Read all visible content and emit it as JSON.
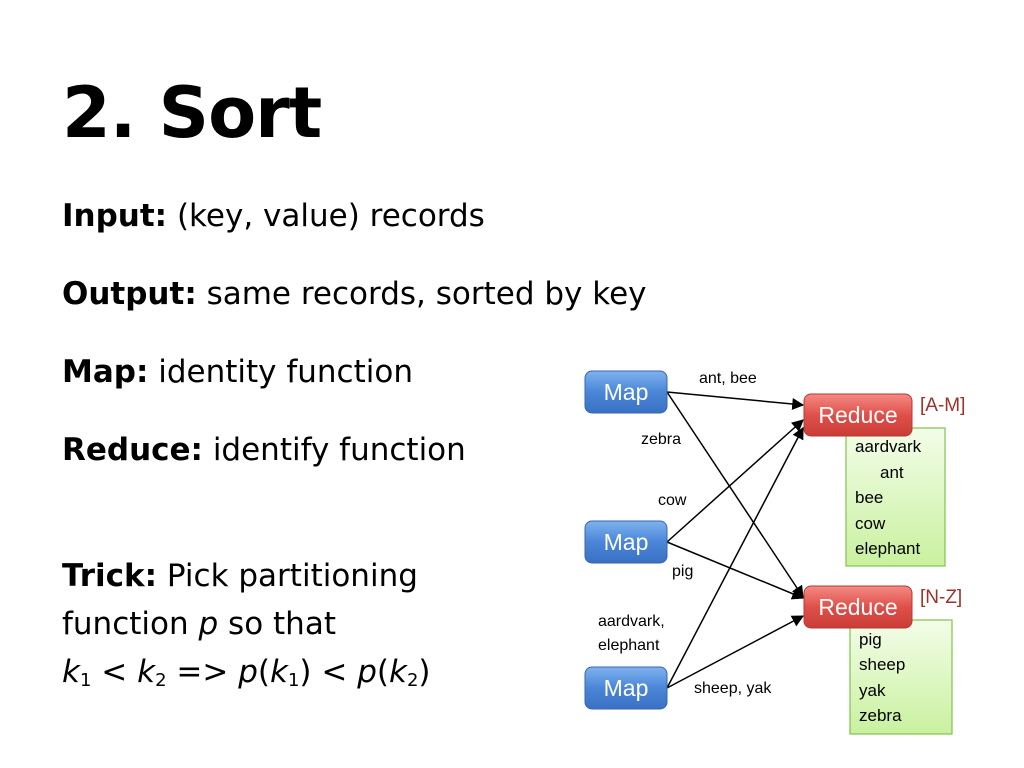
{
  "slide": {
    "title": "2. Sort",
    "input": {
      "label": "Input:",
      "text": "(key, value) records"
    },
    "output": {
      "label": "Output:",
      "text": "same records, sorted by key"
    },
    "map": {
      "label": "Map:",
      "text": "identity function"
    },
    "reduce": {
      "label": "Reduce:",
      "text": "identify function"
    },
    "trick": {
      "label": "Trick:",
      "line1": "Pick partitioning",
      "line2_a": "function",
      "line2_p": "p",
      "line2_b": "so that",
      "k": "k",
      "sub1": "1",
      "sub2": "2",
      "lt": "<",
      "implies": "=>",
      "p": "p",
      "open": "(",
      "close": ")"
    }
  },
  "diagram": {
    "map_label": "Map",
    "reduce_label": "Reduce",
    "edge_labels": {
      "ant_bee": "ant, bee",
      "zebra": "zebra",
      "cow": "cow",
      "pig": "pig",
      "aardvark": "aardvark,",
      "elephant": "elephant",
      "sheep_yak": "sheep, yak"
    },
    "ranges": {
      "a_m": "[A-M]",
      "n_z": "[N-Z]"
    },
    "reducer1_items": [
      "aardvark",
      "ant",
      "bee",
      "cow",
      "elephant"
    ],
    "reducer2_items": [
      "pig",
      "sheep",
      "yak",
      "zebra"
    ],
    "colors": {
      "map_fill": "#4a86d8",
      "reduce_fill": "#e0504a",
      "list_fill": "#dcf7c0",
      "list_border": "#7fc44c"
    }
  }
}
